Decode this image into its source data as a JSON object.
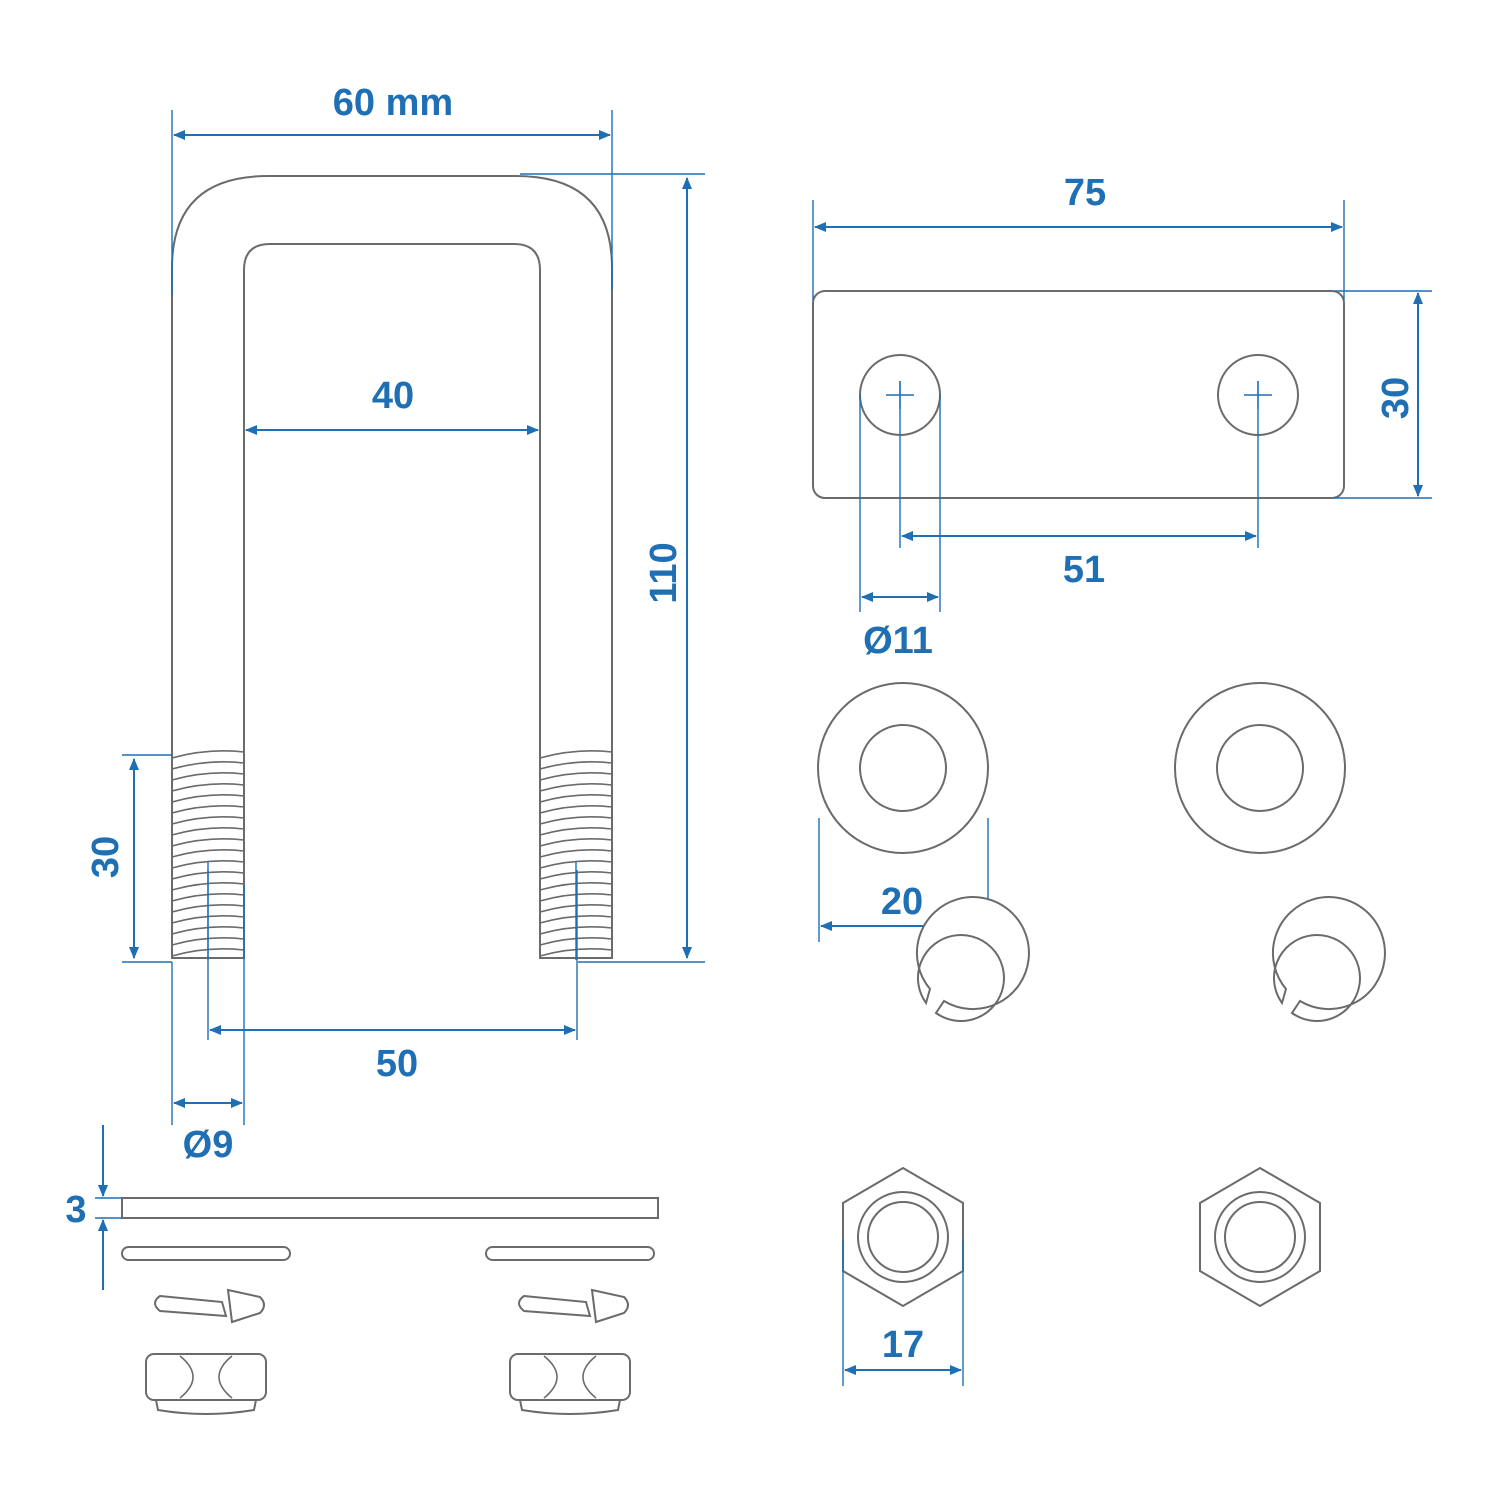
{
  "dimensions": {
    "ubolt_width": "60 mm",
    "ubolt_inner_width": "40",
    "ubolt_height": "110",
    "thread_length": "30",
    "leg_spacing": "50",
    "rod_diameter": "Ø9",
    "plate_length": "75",
    "plate_width": "30",
    "hole_spacing": "51",
    "hole_diameter": "Ø11",
    "washer_diameter": "20",
    "nut_size": "17",
    "shim_thickness": "3"
  },
  "colors": {
    "dimension": "#1f6fb5",
    "outline": "#6b6b6b",
    "background": "#ffffff"
  }
}
